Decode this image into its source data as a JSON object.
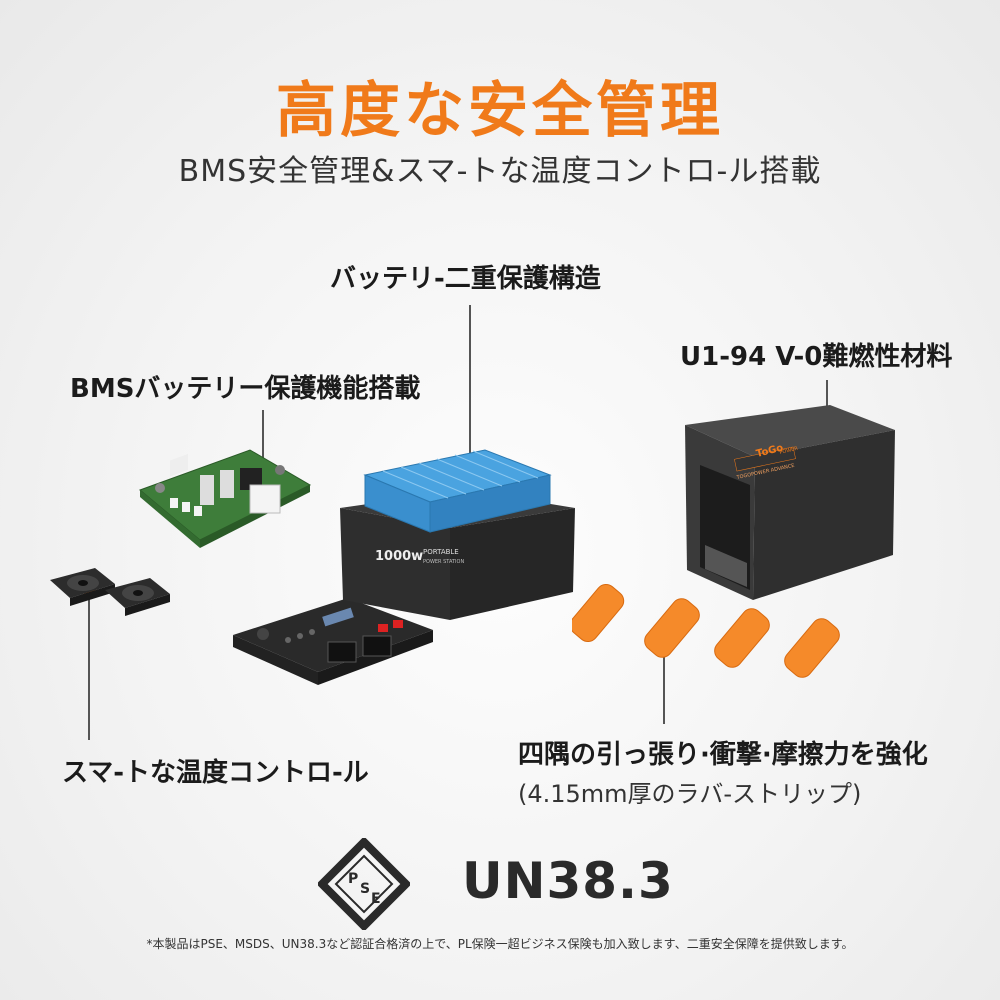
{
  "header": {
    "title": "高度な安全管理",
    "subtitle": "BMS安全管理&スマ-トな温度コントロ-ル搭載"
  },
  "callouts": {
    "battery_structure": "バッテリ-二重保護構造",
    "flame_retardant": "U1-94 V-0難燃性材料",
    "bms": "BMSバッテリー保護機能搭載",
    "temperature": "スマ-トな温度コントロ-ル",
    "strips_main": "四隅の引っ張り·衝撃·摩擦力を強化",
    "strips_sub": "(4.15mm厚のラバ-ストリップ)"
  },
  "product": {
    "battery_label_big": "1000w",
    "battery_label_line1": "PORTABLE",
    "battery_label_line2": "POWER STATION",
    "shell_logo": "ToGo",
    "shell_logo_sub": "POWER",
    "shell_badge": "TOGOPOWER ADVANCE"
  },
  "certifications": {
    "pse_letters": [
      "P",
      "S",
      "E"
    ],
    "un": "UN38.3"
  },
  "footnote": "*本製品はPSE、MSDS、UN38.3など認証合格済の上で、PL保険一超ビジネス保険も加入致します、二重安全保障を提供致します。",
  "colors": {
    "accent": "#f07a1a",
    "text": "#1b1b1b"
  }
}
